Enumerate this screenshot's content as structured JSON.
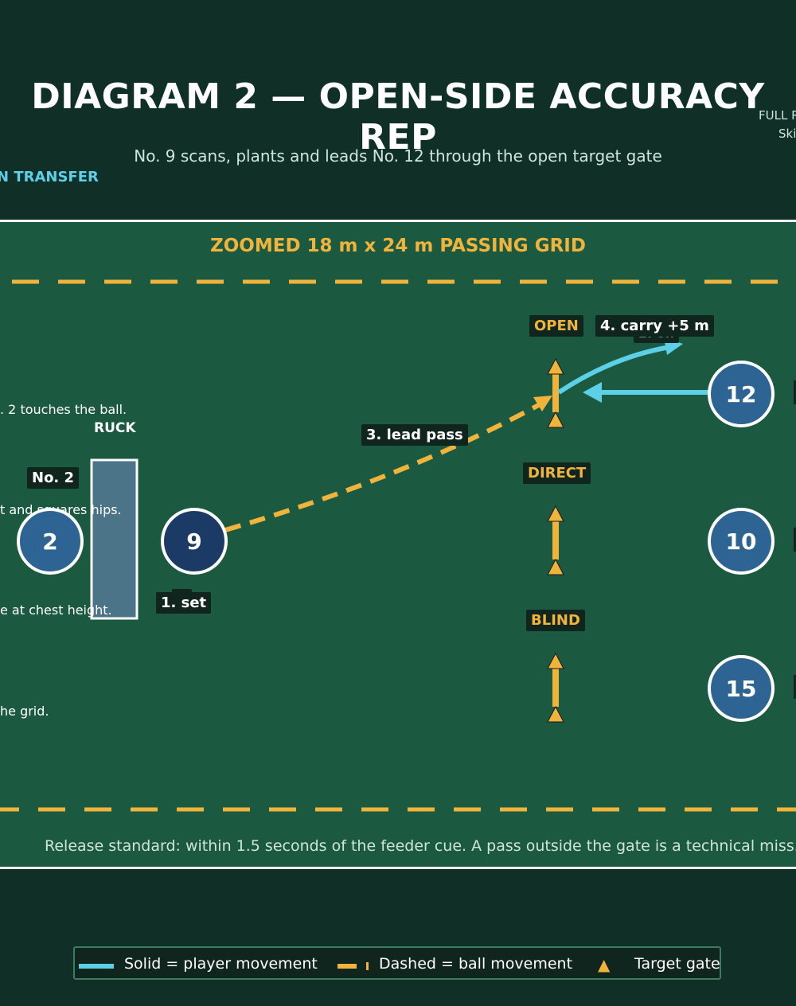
{
  "header": {
    "title": "DIAGRAM 2 — OPEN-SIDE ACCURACY REP",
    "subtitle": "No. 9 scans, plants and leads No. 12 through the open target gate",
    "left_fragment": "N TRANSFER",
    "right_fragment_line1": "FULL R",
    "right_fragment_line2": "Ski"
  },
  "field": {
    "title": "ZOOMED 18 m x 24 m PASSING GRID",
    "release_note": "Release standard: within 1.5 seconds of the feeder cue. A pass outside the gate is a technical miss.",
    "ruck_label": "RUCK",
    "notes": [
      ". 2 touches the ball.",
      "t and squares hips.",
      "e at chest height.",
      "he grid."
    ],
    "tags": {
      "no2": "No. 2",
      "no9_partial": "9",
      "set": "1. set",
      "lead_pass": "3. lead pass",
      "carry": "4. carry +5 m",
      "hidden_partial": "2. on"
    },
    "gates": {
      "open": "OPEN",
      "direct": "DIRECT",
      "blind": "BLIND"
    },
    "players": {
      "p2": "2",
      "p9": "9",
      "p12": "12",
      "p10": "10",
      "p15": "15"
    }
  },
  "legend": {
    "solid": "Solid = player movement",
    "dashed": "Dashed = ball movement",
    "gate": "Target gate"
  },
  "colors": {
    "field": "#1b5a41",
    "background": "#0f2f27",
    "ball_path": "#f0b43c",
    "player_path": "#5bd0e6",
    "player": "#2e6494",
    "scrum_half": "#1c3a66"
  }
}
